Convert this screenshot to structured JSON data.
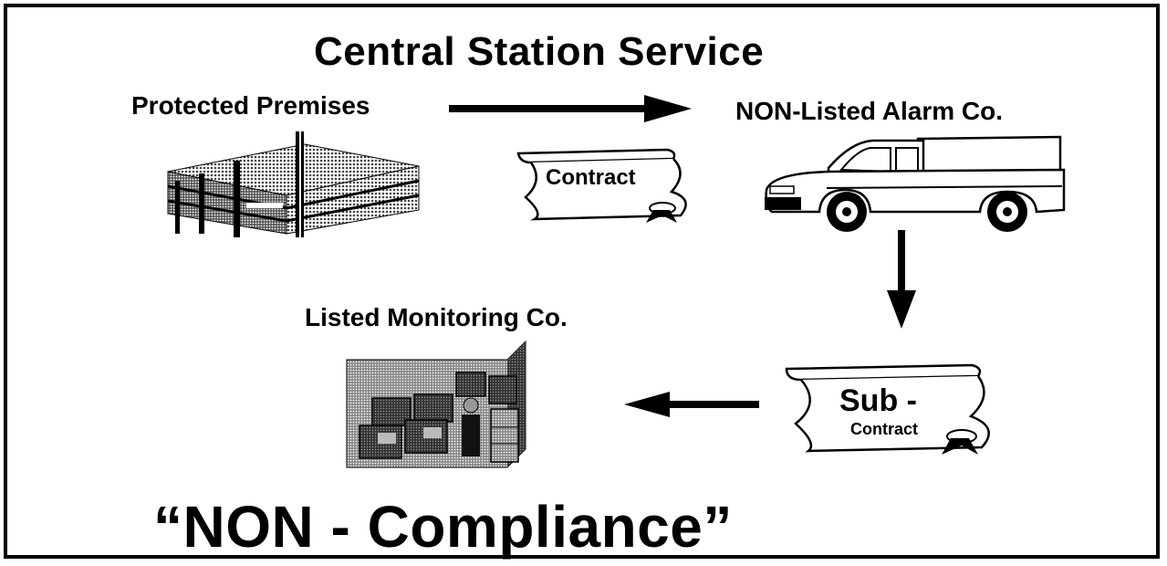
{
  "title": "Central Station Service",
  "nodes": {
    "protected_premises": "Protected  Premises",
    "non_listed_alarm_co": "NON-Listed Alarm Co.",
    "listed_monitoring_co": "Listed Monitoring Co."
  },
  "documents": {
    "contract": "Contract",
    "sub_contract_line1": "Sub -",
    "sub_contract_line2": "Contract"
  },
  "footer": "“NON - Compliance”",
  "colors": {
    "ink": "#000000",
    "background": "#ffffff",
    "halftone": "#7a7a7a"
  }
}
